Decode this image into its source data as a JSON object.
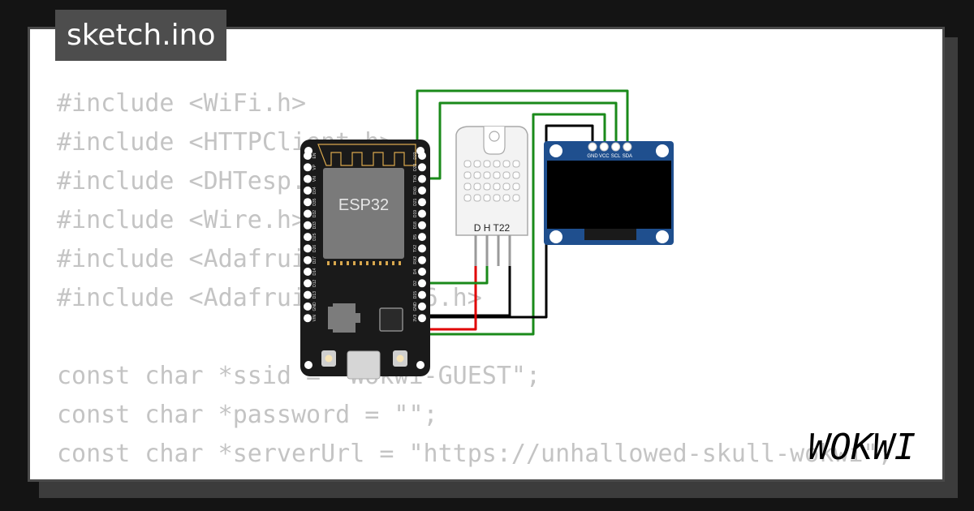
{
  "title": "sketch.ino",
  "code_lines": [
    "#include <WiFi.h>",
    "#include <HTTPClient.h>",
    "#include <DHTesp.h>",
    "#include <Wire.h>",
    "#include <Adafruit_GFX.h>",
    "#include <Adafruit_SSD1306.h>",
    "",
    "const char *ssid = \"Wokwi-GUEST\";",
    "const char *password = \"\";",
    "const char *serverUrl = \"https://unhallowed-skull-wokwi\";"
  ],
  "esp32": {
    "chip_label": "ESP32",
    "left_pins": [
      "EN",
      "VP",
      "VN",
      "D34",
      "D35",
      "D32",
      "D33",
      "D25",
      "D26",
      "D27",
      "D14",
      "D12",
      "D13",
      "GND",
      "VIN"
    ],
    "right_pins": [
      "D23",
      "D22",
      "TX0",
      "RX0",
      "D21",
      "D19",
      "D18",
      "D5",
      "TX2",
      "RX2",
      "D4",
      "D2",
      "D15",
      "GND",
      "3V3"
    ]
  },
  "dht": {
    "label": "D H T22"
  },
  "oled": {
    "pins": [
      "GND",
      "VCC",
      "SCL",
      "SDA"
    ]
  },
  "logo_text": "WOKWI",
  "colors": {
    "background": "#141414",
    "card": "#ffffff",
    "code_text": "#c4c4c4",
    "title_bg": "#4d4d4d",
    "wire_green": "#1a8a1a",
    "wire_red": "#e00000",
    "wire_black": "#000000",
    "board": "#1a1a1a",
    "oled_pcb": "#1f4f8e"
  }
}
